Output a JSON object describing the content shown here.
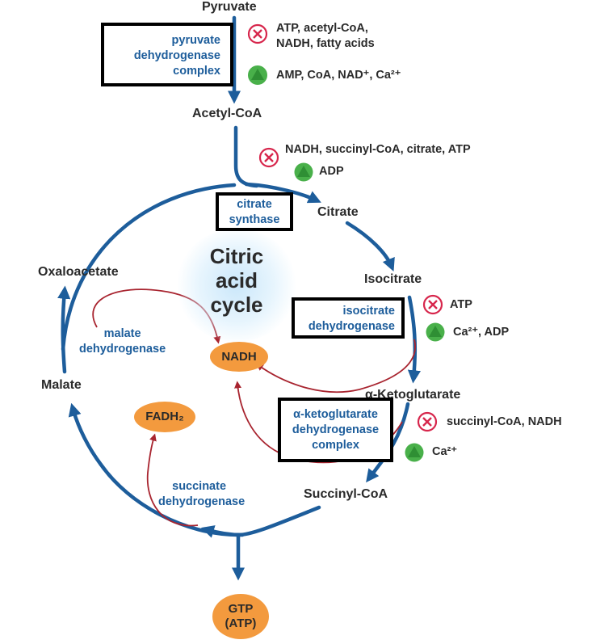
{
  "metabolites": {
    "pyruvate": "Pyruvate",
    "acetyl_coa": "Acetyl-CoA",
    "citrate": "Citrate",
    "isocitrate": "Isocitrate",
    "alpha_ketoglutarate": "α-Ketoglutarate",
    "succinyl_coa": "Succinyl-CoA",
    "malate": "Malate",
    "oxaloacetate": "Oxaloacetate"
  },
  "enzymes": {
    "pdh": [
      "pyruvate",
      "dehydrogenase",
      "complex"
    ],
    "citrate_synthase": [
      "citrate",
      "synthase"
    ],
    "isocitrate_dh": [
      "isocitrate",
      "dehydrogenase"
    ],
    "akgdh": [
      "α-ketoglutarate",
      "dehydrogenase",
      "complex"
    ],
    "malate_dh": [
      "malate",
      "dehydrogenase"
    ],
    "succinate_dh": [
      "succinate",
      "dehydrogenase"
    ]
  },
  "regulators": {
    "pdh_inhibitors": [
      "ATP, acetyl-CoA,",
      "NADH, fatty acids"
    ],
    "pdh_activators": "AMP, CoA, NAD⁺, Ca²⁺",
    "cs_inhibitors": "NADH, succinyl-CoA, citrate, ATP",
    "cs_activators": "ADP",
    "idh_inhibitors": "ATP",
    "idh_activators": "Ca²⁺, ADP",
    "akgdh_inhibitors": "succinyl-CoA, NADH",
    "akgdh_activators": "Ca²⁺"
  },
  "cofactors": {
    "nadh": "NADH",
    "fadh2": "FADH₂",
    "gtp": [
      "GTP",
      "(ATP)"
    ]
  },
  "title": [
    "Citric",
    "acid",
    "cycle"
  ],
  "colors": {
    "pathway_blue": "#1d5d9b",
    "cofactor_red": "#a8242f",
    "inhibitor_red": "#d7264c",
    "activator_green": "#49b04a",
    "cofactor_orange": "#f39a3e"
  },
  "icons": {
    "inhibitor": "inhibit-circle-x-icon",
    "activator": "activate-triangle-icon"
  }
}
